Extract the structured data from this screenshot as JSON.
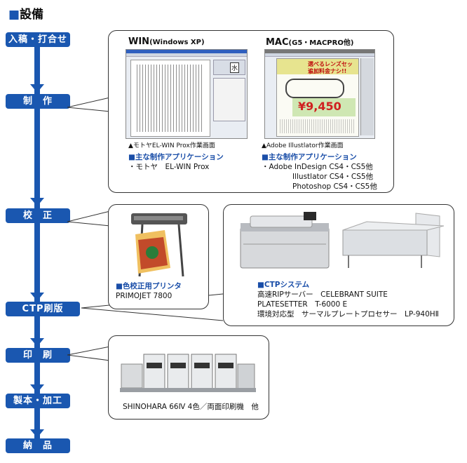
{
  "page": {
    "square": "■",
    "title": "設備"
  },
  "flow": {
    "steps": [
      "入稿・打合せ",
      "制　作",
      "校　正",
      "CTP刷版",
      "印　刷",
      "製本・加工",
      "納　品"
    ]
  },
  "production": {
    "win_title": "WIN",
    "win_sub": "(Windows XP)",
    "mac_title": "MAC",
    "mac_sub": "(G5・MACPRO他)",
    "win_caption": "▲モトヤEL-WIN Prox作業画面",
    "mac_caption": "▲Adobe Illustlator作業画面",
    "win_apps_heading": "■主な制作アプリケーション",
    "win_apps": [
      "・モトヤ　EL-WIN Prox"
    ],
    "mac_apps_heading": "■主な制作アプリケーション",
    "mac_apps": [
      "・Adobe InDesign CS4・CS5他",
      "Illustlator CS4・CS5他",
      "Photoshop CS4・CS5他"
    ],
    "mac_ad_banner": "選べるレンズセット!",
    "mac_ad_sub": "追加料金ナシ!!",
    "mac_ad_price": "¥9,450"
  },
  "proof": {
    "heading": "■色校正用プリンタ",
    "model": "PRIMOJET 7800"
  },
  "ctp": {
    "heading": "■CTPシステム",
    "lines": [
      "高速RIPサーバー　CELEBRANT SUITE",
      "PLATESETTER　T-6000 E",
      "環境対応型　サーマルプレートプロセサー　LP-940HⅡ"
    ]
  },
  "press": {
    "caption": "SHINOHARA 66Ⅳ 4色／両面印刷機　他"
  },
  "colors": {
    "accent": "#1a57b0",
    "text_blue": "#1a4ea8"
  }
}
